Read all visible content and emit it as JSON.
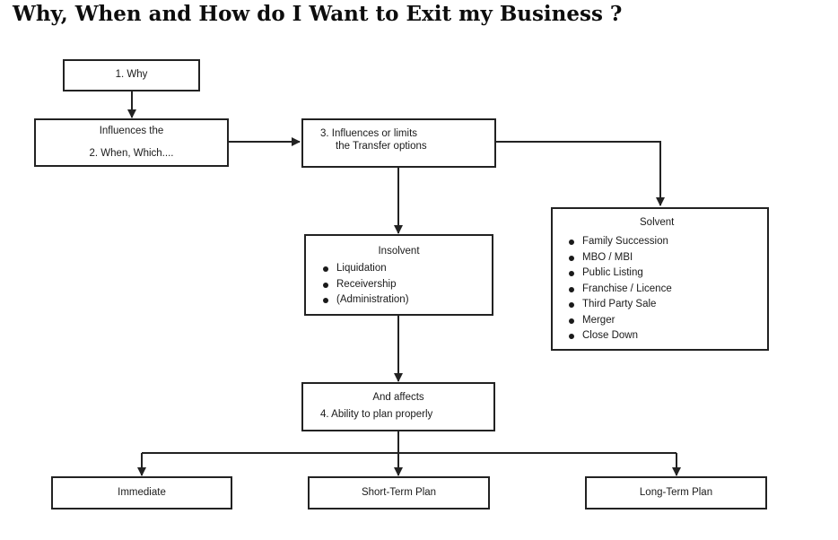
{
  "title": "Why, When and How do I Want to Exit my Business ?",
  "boxes": {
    "why": {
      "text": "1. Why"
    },
    "when": {
      "line1": "Influences the",
      "line2": "2. When, Which...."
    },
    "transfer": {
      "line1": "3. Influences or limits",
      "line2": "the Transfer options"
    },
    "insolvent": {
      "heading": "Insolvent",
      "items": [
        "Liquidation",
        "Receivership",
        "(Administration)"
      ]
    },
    "solvent": {
      "heading": "Solvent",
      "items": [
        "Family Succession",
        "MBO / MBI",
        "Public Listing",
        "Franchise / Licence",
        "Third Party Sale",
        "Merger",
        "Close Down"
      ]
    },
    "ability": {
      "line1": "And affects",
      "line2": "4.  Ability to plan properly"
    },
    "immediate": {
      "text": "Immediate"
    },
    "short_term": {
      "text": "Short-Term Plan"
    },
    "long_term": {
      "text": "Long-Term Plan"
    }
  },
  "colors": {
    "line": "#222222",
    "background": "#ffffff",
    "text": "#111111"
  }
}
